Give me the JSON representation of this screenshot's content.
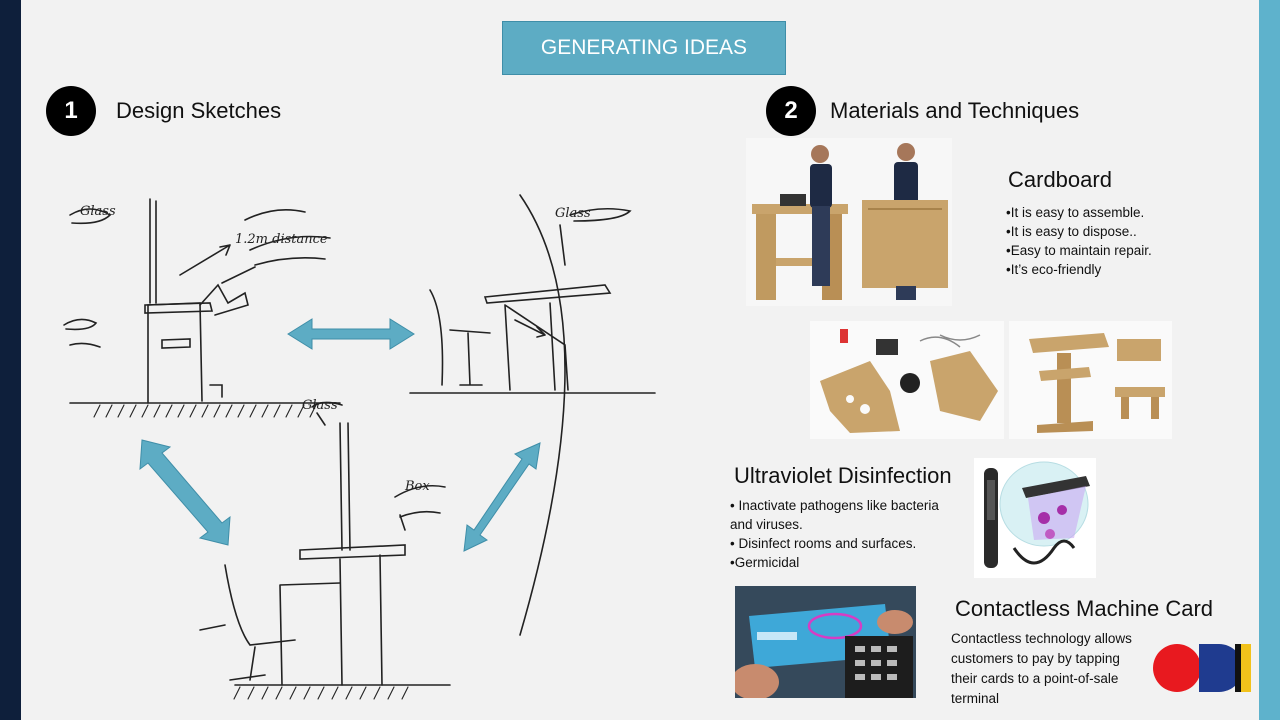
{
  "slide": {
    "title": "GENERATING IDEAS"
  },
  "sections": {
    "design": {
      "number": "1",
      "heading": "Design Sketches"
    },
    "materials": {
      "number": "2",
      "heading": "Materials and Techniques"
    }
  },
  "sketch_notes": {
    "glass1": "Glass",
    "glass2": "Glass",
    "box": "Box",
    "distance": "1.2m distance"
  },
  "cardboard": {
    "title": "Cardboard",
    "bullets": [
      "•It is easy to assemble.",
      "•It is easy to dispose..",
      "•Easy to maintain repair.",
      "•It’s eco-friendly"
    ]
  },
  "uv": {
    "title": "Ultraviolet Disinfection",
    "bullets": [
      "• Inactivate pathogens like bacteria",
      "and viruses.",
      "• Disinfect rooms and surfaces.",
      "•Germicidal"
    ]
  },
  "contactless": {
    "title": "Contactless Machine Card",
    "lines": [
      "Contactless technology allows",
      "customers to pay by tapping",
      "their cards to a point-of-sale",
      "terminal"
    ]
  },
  "colors": {
    "title_bg": "#5dacc4",
    "arrow": "#5dacc4",
    "left_bar": "#0e1f3b",
    "right_bar": "#5eb2cc",
    "cardboard": "#c9a46c",
    "logo_red": "#e8191f",
    "logo_blue": "#1f3b8f",
    "logo_yellow": "#f2c21b"
  }
}
